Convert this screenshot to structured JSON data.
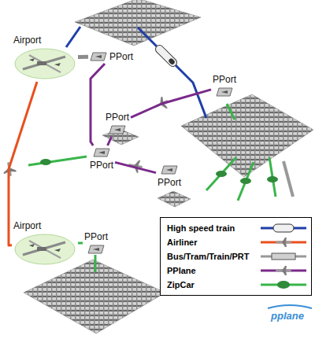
{
  "diagram": {
    "nodes": [
      {
        "text": [
          "Airport"
        ]
      },
      {
        "text": [
          "PPort"
        ]
      },
      {
        "text": [
          "PPort"
        ]
      },
      {
        "text": [
          "PPort"
        ]
      },
      {
        "text": [
          "PPort"
        ]
      },
      {
        "text": [
          "PPort"
        ]
      },
      {
        "text": [
          "Airport"
        ]
      },
      {
        "text": [
          "PPort"
        ]
      }
    ],
    "edges": [
      {
        "from": 0,
        "to": 1,
        "arrow": "none"
      },
      {
        "from": 0,
        "to": 6,
        "arrow": "none"
      },
      {
        "from": 1,
        "to": 4,
        "arrow": "none"
      },
      {
        "from": 4,
        "to": 3,
        "arrow": "none"
      },
      {
        "from": 3,
        "to": 2,
        "arrow": "none"
      },
      {
        "from": 4,
        "to": 5,
        "arrow": "none"
      },
      {
        "from": 6,
        "to": 7,
        "arrow": "none"
      }
    ],
    "labels": [
      "pplane"
    ],
    "legend": [
      {
        "text": "High speed train"
      },
      {
        "text": "Airliner"
      },
      {
        "text": "Bus/Tram/Train/PRT"
      },
      {
        "text": "PPlane"
      },
      {
        "text": "ZipCar"
      }
    ]
  }
}
